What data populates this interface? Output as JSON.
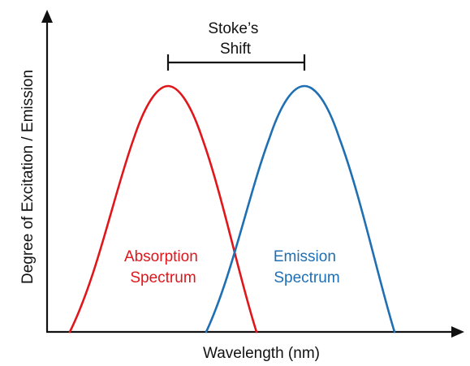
{
  "axes": {
    "x_label": "Wavelength (nm)",
    "y_label": "Degree of Excitation / Emission"
  },
  "shift": {
    "label_line1": "Stoke’s",
    "label_line2": "Shift"
  },
  "spectra": [
    {
      "name": "absorption",
      "label_line1": "Absorption",
      "label_line2": "Spectrum",
      "color": "#e0161b"
    },
    {
      "name": "emission",
      "label_line1": "Emission",
      "label_line2": "Spectrum",
      "color": "#1f6fb2"
    }
  ],
  "colors": {
    "axis": "#111111",
    "text": "#111111"
  }
}
